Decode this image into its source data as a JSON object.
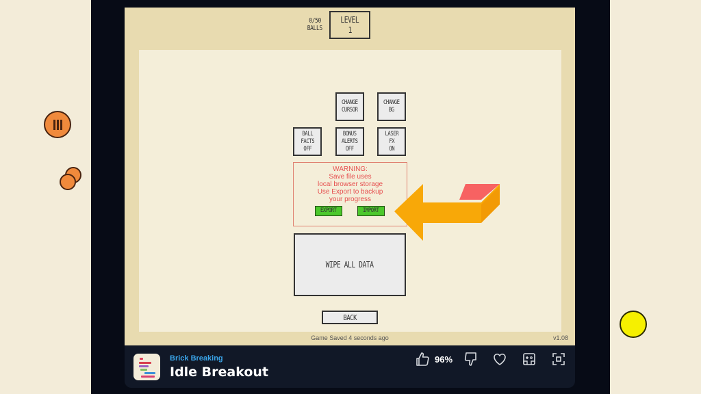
{
  "hud": {
    "balls_count": "0/50",
    "balls_label": "BALLS",
    "level_label": "LEVEL",
    "level_value": "1"
  },
  "settings": {
    "buttons": [
      {
        "id": "change-cursor",
        "lines": [
          "CHANGE",
          "CURSOR"
        ]
      },
      {
        "id": "change-bg",
        "lines": [
          "CHANGE",
          "BG"
        ]
      },
      {
        "id": "ball-facts",
        "lines": [
          "BALL",
          "FACTS",
          "OFF"
        ]
      },
      {
        "id": "bonus-alerts",
        "lines": [
          "BONUS",
          "ALERTS",
          "OFF"
        ]
      },
      {
        "id": "laser-fx",
        "lines": [
          "LASER",
          "FX",
          "ON"
        ]
      }
    ]
  },
  "warning": {
    "lines": [
      "WARNING:",
      "Save file uses",
      "local browser storage",
      "Use Export to backup",
      "your progress"
    ],
    "export_label": "EXPORT",
    "import_label": "IMPORT",
    "text_color": "#e65050",
    "button_color": "#4cc82c"
  },
  "wipe_label": "WIPE ALL DATA",
  "back_label": "BACK",
  "status": "Game Saved 4 seconds ago",
  "version": "v1.08",
  "overlay": {
    "arrow_color": "#f8a808",
    "arrow_accent_color": "#f76060"
  },
  "footer": {
    "category": "Brick Breaking",
    "title": "Idle Breakout",
    "rating": "96%",
    "icons": [
      "thumbs-up-icon",
      "thumbs-down-icon",
      "heart-icon",
      "gamepad-add-icon",
      "fullscreen-icon"
    ]
  }
}
